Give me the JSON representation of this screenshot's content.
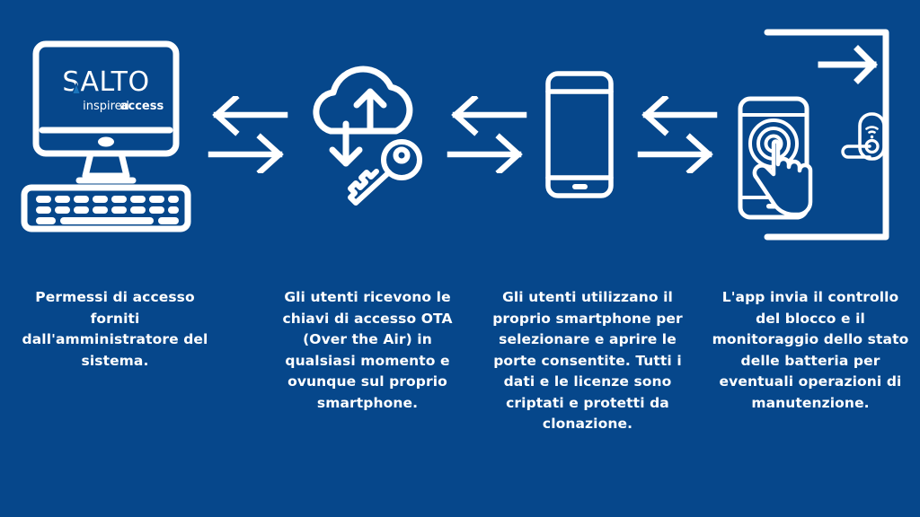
{
  "background_color": "#06478B",
  "icon_color": "#FFFFFF",
  "text_color": "#FFFFFF",
  "logo": {
    "wordmark": "SALTO",
    "tagline_light": "inspired",
    "tagline_bold": "access",
    "accent_color": "#1B75BC"
  },
  "steps": [
    {
      "icon": "desktop-computer-with-keyboard-icon",
      "caption": "Permessi di accesso forniti dall'amministratore del sistema."
    },
    {
      "icon": "cloud-sync-with-key-icon",
      "caption": "Gli utenti ricevono le chiavi di accesso OTA (Over the Air) in qualsiasi momento e ovunque sul proprio smartphone."
    },
    {
      "icon": "smartphone-icon",
      "caption": "Gli utenti utilizzano il proprio smartphone per selezionare e aprire le porte consentite. Tutti i dati e le licenze sono criptati e protetti da clonazione."
    },
    {
      "icon": "door-smartlock-hand-tap-icon",
      "caption": "L'app invia il controllo del blocco e il monitoraggio dello stato delle batteria per eventuali operazioni  di manutenzione."
    }
  ],
  "connectors": [
    {
      "name": "bidirectional-arrows",
      "left_arrow": "arrow-left-icon",
      "right_arrow": "arrow-right-icon"
    },
    {
      "name": "bidirectional-arrows",
      "left_arrow": "arrow-left-icon",
      "right_arrow": "arrow-right-icon"
    },
    {
      "name": "bidirectional-arrows",
      "left_arrow": "arrow-left-icon",
      "right_arrow": "arrow-right-icon"
    }
  ]
}
